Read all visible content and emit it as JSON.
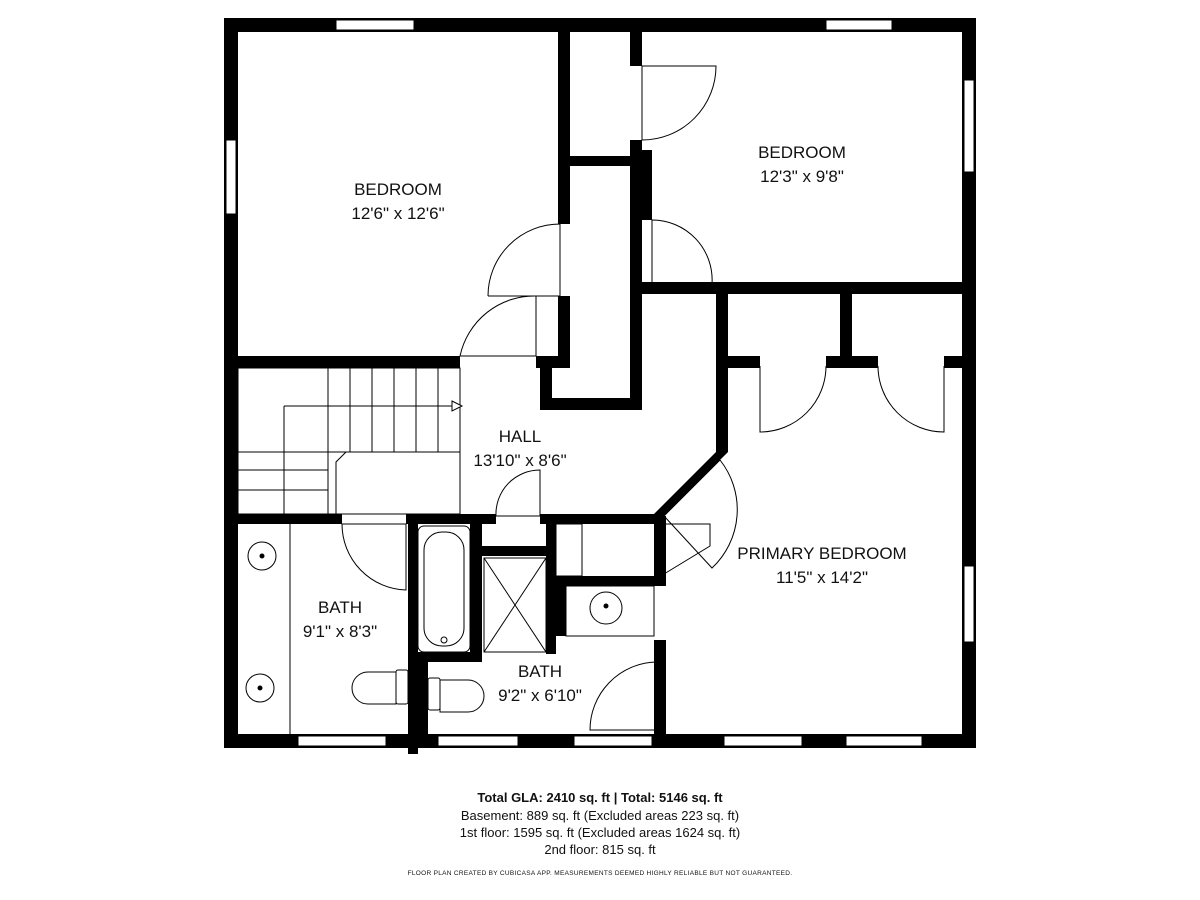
{
  "rooms": {
    "bedroom_nw": {
      "name": "BEDROOM",
      "size": "12'6\" x 12'6\""
    },
    "bedroom_ne": {
      "name": "BEDROOM",
      "size": "12'3\" x 9'8\""
    },
    "hall": {
      "name": "HALL",
      "size": "13'10\" x 8'6\""
    },
    "primary_bedroom": {
      "name": "PRIMARY BEDROOM",
      "size": "11'5\" x 14'2\""
    },
    "bath_w": {
      "name": "BATH",
      "size": "9'1\" x 8'3\""
    },
    "bath_s": {
      "name": "BATH",
      "size": "9'2\" x 6'10\""
    }
  },
  "footer": {
    "total_gla_label": "Total GLA:",
    "total_gla_value": "2410 sq. ft",
    "separator": "|",
    "total_label": "Total:",
    "total_value": "5146 sq. ft",
    "basement": "Basement: 889 sq. ft (Excluded areas 223 sq. ft)",
    "first_floor": "1st floor: 1595 sq. ft (Excluded areas 1624 sq. ft)",
    "second_floor": "2nd floor: 815 sq. ft",
    "disclaimer": "FLOOR PLAN CREATED BY CUBICASA APP. MEASUREMENTS DEEMED HIGHLY RELIABLE BUT NOT GUARANTEED."
  },
  "colors": {
    "wall": "#000000",
    "line": "#000000",
    "background": "#ffffff"
  }
}
